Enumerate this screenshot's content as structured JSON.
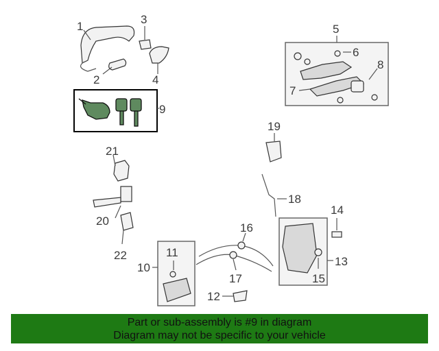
{
  "callouts": {
    "c1": "1",
    "c2": "2",
    "c3": "3",
    "c4": "4",
    "c5": "5",
    "c6": "6",
    "c7": "7",
    "c8": "8",
    "c9": "9",
    "c10": "10",
    "c11": "11",
    "c12": "12",
    "c13": "13",
    "c14": "14",
    "c15": "15",
    "c16": "16",
    "c17": "17",
    "c18": "18",
    "c19": "19",
    "c20": "20",
    "c21": "21",
    "c22": "22"
  },
  "highlighted_callout": "9",
  "colors": {
    "banner_bg": "#1e7a14",
    "banner_text": "#111111",
    "highlight_part": "#5f8a5f"
  },
  "banner": {
    "line1": "Part or sub-assembly is #9 in diagram",
    "line2": "Diagram may not be specific to your vehicle"
  }
}
